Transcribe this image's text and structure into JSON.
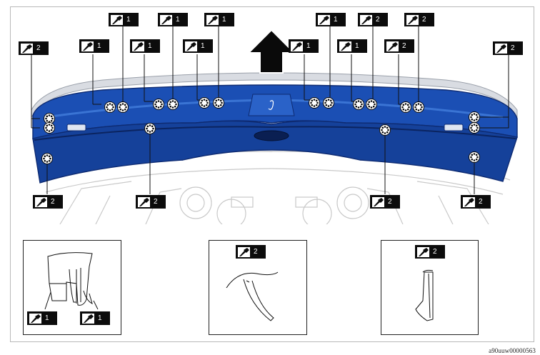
{
  "image_code": "a90uuw00000563",
  "colors": {
    "panel_blue": "#1b4fb4",
    "panel_dark": "#0e2b72",
    "panel_light": "#3a74d4",
    "tag_bg": "#0c0c0c",
    "line": "#111111"
  },
  "icons": {
    "tool": "clip-tool-icon",
    "arrow": "up-arrow-icon",
    "clip": "clip-marker-icon"
  },
  "callouts": {
    "c1": "2",
    "c2": "1",
    "c3": "1",
    "c4": "1",
    "c5": "1",
    "c6": "1",
    "c7": "1",
    "c8": "1",
    "c9": "1",
    "c10": "1",
    "c11": "2",
    "c12": "2",
    "c13": "2",
    "c14": "2",
    "c15": "2",
    "inset1_left": "1",
    "inset1_right": "1",
    "inset2": "2",
    "inset3": "2"
  }
}
